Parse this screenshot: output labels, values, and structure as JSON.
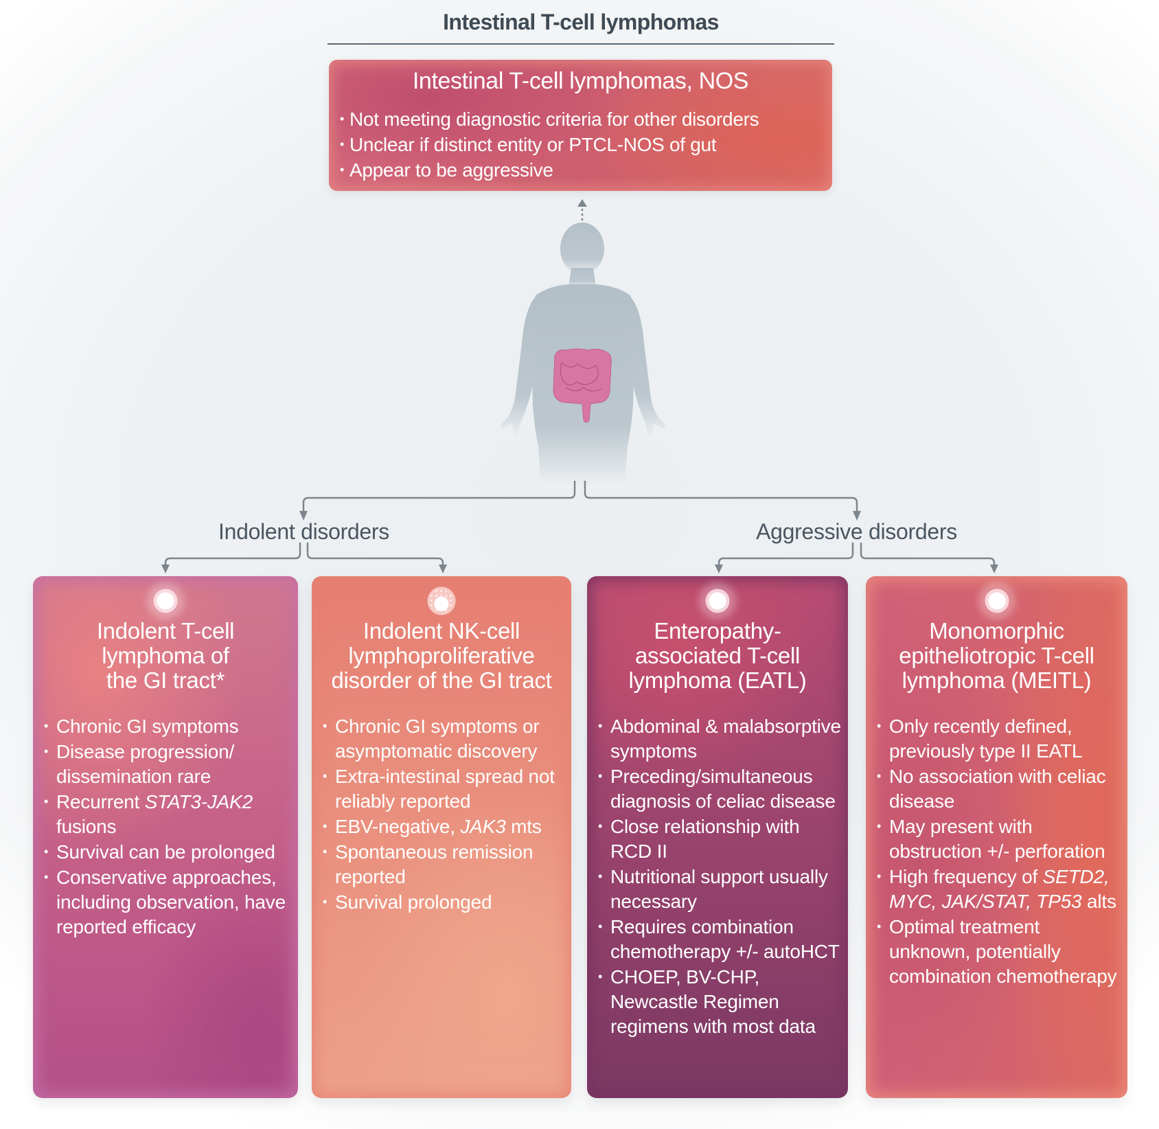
{
  "header": {
    "title": "Intestinal T-cell lymphomas"
  },
  "nos_box": {
    "title": "Intestinal T-cell lymphomas, NOS",
    "bullets": [
      "Not meeting diagnostic criteria for other disorders",
      "Unclear if distinct entity or PTCL-NOS of gut",
      "Appear to be aggressive"
    ]
  },
  "figure": {
    "icon": "human-body-with-intestines-icon"
  },
  "groups": {
    "indolent": "Indolent disorders",
    "aggressive": "Aggressive disorders"
  },
  "cards": [
    {
      "id": "itcl",
      "group": "indolent",
      "icon": "t-cell-icon",
      "title": "Indolent T-cell\nlymphoma of\nthe GI tract*",
      "bullets": [
        {
          "text": "Chronic GI symptoms"
        },
        {
          "text": "Disease progression/ dissemination rare"
        },
        {
          "text": "Recurrent ",
          "italic": "STAT3-JAK2",
          "after": " fusions"
        },
        {
          "text": "Survival can be prolonged"
        },
        {
          "text": "Conservative approaches, including observation, have reported efficacy"
        }
      ]
    },
    {
      "id": "nk",
      "group": "indolent",
      "icon": "nk-cell-icon",
      "title": "Indolent NK-cell\nlymphoproliferative\ndisorder of the GI tract",
      "bullets": [
        {
          "text": "Chronic GI symptoms or asymptomatic discovery"
        },
        {
          "text": "Extra-intestinal spread not reliably reported"
        },
        {
          "text": "EBV-negative, ",
          "italic": "JAK3",
          "after": " mts"
        },
        {
          "text": "Spontaneous remission reported"
        },
        {
          "text": "Survival prolonged"
        }
      ]
    },
    {
      "id": "eatl",
      "group": "aggressive",
      "icon": "t-cell-icon",
      "title": "Enteropathy-\nassociated T-cell\nlymphoma (EATL)",
      "bullets": [
        {
          "text": "Abdominal & malabsorptive symptoms"
        },
        {
          "text": "Preceding/simultaneous diagnosis of celiac disease"
        },
        {
          "text": "Close relationship with RCD II"
        },
        {
          "text": "Nutritional support usually necessary"
        },
        {
          "text": "Requires combination chemotherapy +/- autoHCT"
        },
        {
          "text": "CHOEP, BV-CHP, Newcastle Regimen regimens with most data"
        }
      ]
    },
    {
      "id": "meitl",
      "group": "aggressive",
      "icon": "t-cell-icon",
      "title": "Monomorphic\nepitheliotropic T-cell\nlymphoma (MEITL)",
      "bullets": [
        {
          "text": "Only recently defined, previously type II EATL"
        },
        {
          "text": "No association with celiac disease"
        },
        {
          "text": "May present with obstruction +/- perforation"
        },
        {
          "text": "High frequency of ",
          "italic": "SETD2, MYC, JAK/STAT, TP53",
          "after": " alts"
        },
        {
          "text": "Optimal treatment unknown, potentially combination chemotherapy"
        }
      ]
    }
  ],
  "colors": {
    "title_text": "#3f4a55",
    "connector": "#7d858c",
    "nos_box": "#cd5e6e",
    "card_itcl": "#c56087",
    "card_nk": "#e98f7d",
    "card_eatl": "#8a3e68",
    "card_meitl": "#d4636e",
    "body_silhouette": "#b7c3cb",
    "intestine": "#d9739f"
  }
}
